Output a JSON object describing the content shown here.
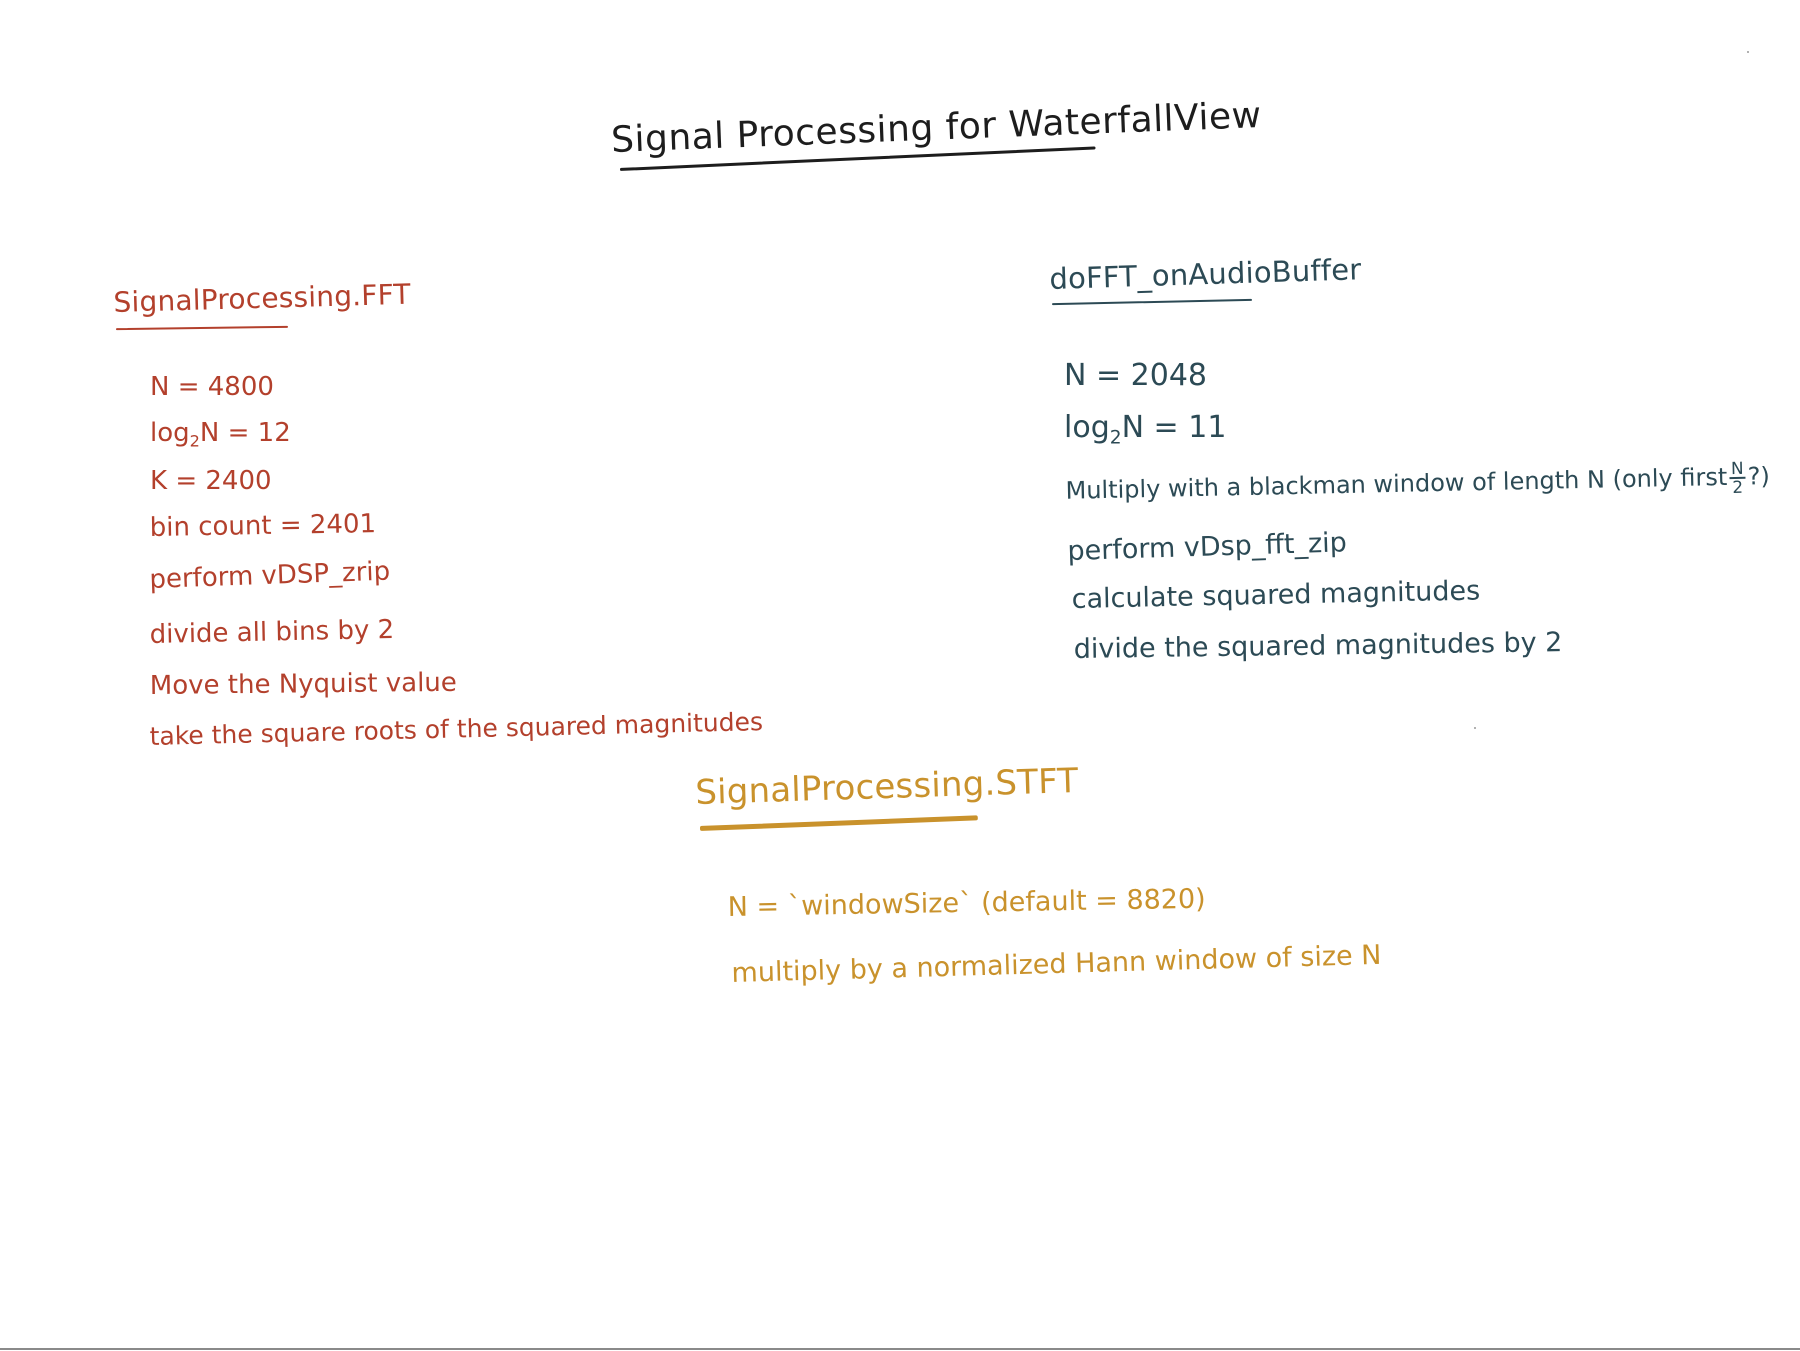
{
  "title": "Signal Processing for WaterfallView",
  "colors": {
    "title": "#1d1d1d",
    "fft": "#b3402c",
    "dofft": "#2c4a55",
    "stft": "#c9922c",
    "background": "#ffffff"
  },
  "fft": {
    "heading": "SignalProcessing.FFT",
    "n": "N = 4800",
    "log_prefix": "log",
    "log_sub": "2",
    "log_rest": "N = 12",
    "k": "K = 2400",
    "bin_count": "bin count = 2401",
    "step_zrip": "perform vDSP_zrip",
    "step_divide": "divide all bins by 2",
    "step_nyquist": "Move the Nyquist value",
    "step_sqrt": "take the square roots of the squared magnitudes"
  },
  "dofft": {
    "heading": "doFFT_onAudioBuffer",
    "n": "N = 2048",
    "log_prefix": "log",
    "log_sub": "2",
    "log_rest": "N = 11",
    "window_text": "Multiply with a blackman window of length N (only first",
    "frac_num": "N",
    "frac_den": "2",
    "window_tail": "?)",
    "step_fft": "perform vDsp_fft_zip",
    "step_squared": "calculate squared magnitudes",
    "step_divide": "divide the squared magnitudes by 2"
  },
  "stft": {
    "heading": "SignalProcessing.STFT",
    "n": "N = `windowSize` (default = 8820)",
    "window": "multiply by a normalized Hann window of size N"
  }
}
